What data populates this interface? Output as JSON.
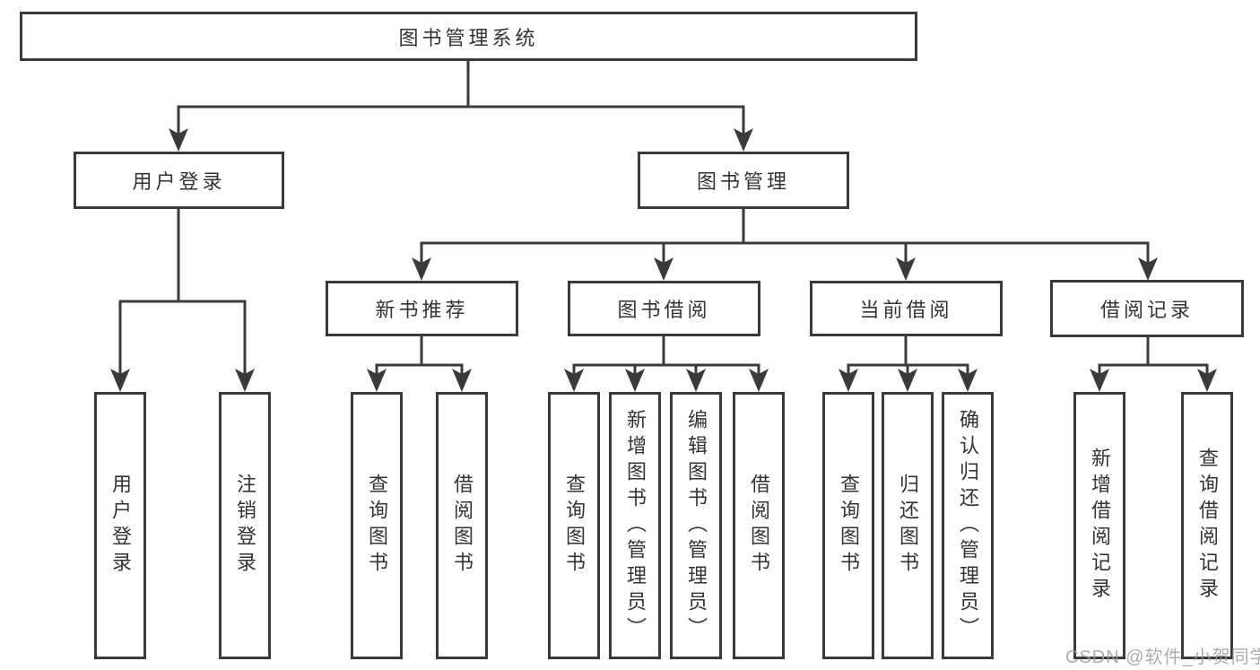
{
  "colors": {
    "line": "#3a3a3a",
    "box_border": "#3a3a3a",
    "text": "#333333",
    "watermark": "#9e9e9e"
  },
  "tree": {
    "label": "图书管理系统",
    "children": [
      {
        "label": "用户登录",
        "children": [
          {
            "label": "用户登录"
          },
          {
            "label": "注销登录"
          }
        ]
      },
      {
        "label": "图书管理",
        "children": [
          {
            "label": "新书推荐",
            "children": [
              {
                "label": "查询图书"
              },
              {
                "label": "借阅图书"
              }
            ]
          },
          {
            "label": "图书借阅",
            "children": [
              {
                "label": "查询图书"
              },
              {
                "label": "新增图书（管理员）"
              },
              {
                "label": "编辑图书（管理员）"
              },
              {
                "label": "借阅图书"
              }
            ]
          },
          {
            "label": "当前借阅",
            "children": [
              {
                "label": "查询图书"
              },
              {
                "label": "归还图书"
              },
              {
                "label": "确认归还（管理员）"
              }
            ]
          },
          {
            "label": "借阅记录",
            "children": [
              {
                "label": "新增借阅记录"
              },
              {
                "label": "查询借阅记录"
              }
            ]
          }
        ]
      }
    ]
  },
  "watermark": {
    "text": "CSDN @软件_小贺同学"
  }
}
